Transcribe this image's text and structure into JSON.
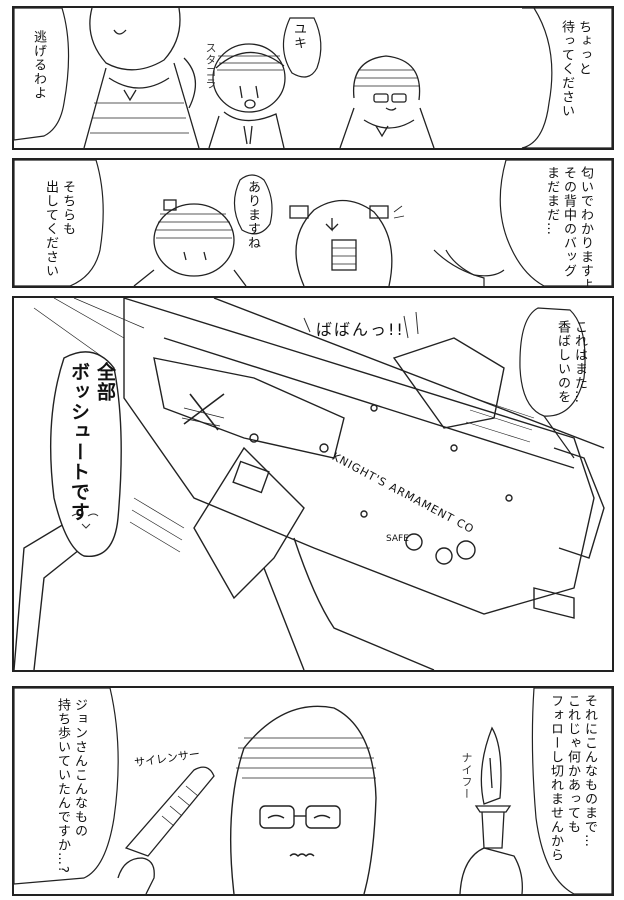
{
  "panels": [
    {
      "bubbles": [
        {
          "lines": [
            "ちょっと",
            "待ってください"
          ]
        },
        {
          "lines": [
            "ユキ"
          ]
        },
        {
          "lines": [
            "逃げるわよ"
          ]
        }
      ],
      "sfx": [
        "スタコラ"
      ]
    },
    {
      "bubbles": [
        {
          "lines": [
            "匂いでわかりますよ",
            "その背中のバッグ",
            "まだまだ…"
          ]
        },
        {
          "lines": [
            "ありますね"
          ]
        },
        {
          "lines": [
            "そちらも",
            "出してください"
          ]
        }
      ]
    },
    {
      "bubbles": [
        {
          "lines": [
            "これはまた…",
            "香ばしいのを"
          ]
        },
        {
          "lines": [
            "全部",
            "ボッシュートです"
          ]
        }
      ],
      "sfx": [
        "ばばんっ!!"
      ],
      "engraving": "KNIGHT'S ARMAMENT CO",
      "selector": "SAFE"
    },
    {
      "bubbles": [
        {
          "lines": [
            "それにこんなものまで…",
            "これじゃ何かあっても",
            "フォローし切れませんから"
          ]
        },
        {
          "lines": [
            "ジョンさんこんなもの",
            "持ち歩いていたんですか…?"
          ]
        }
      ],
      "sfx": [
        "ナイフー",
        "サイレンサー"
      ]
    }
  ]
}
